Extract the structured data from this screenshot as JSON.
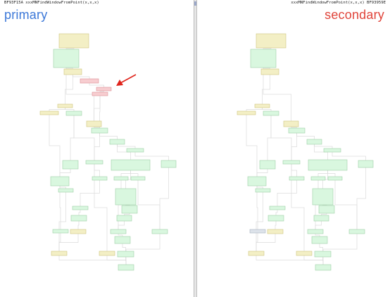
{
  "left": {
    "function_title": "BF93F15A xxxMNFindWindowFromPoint(x,x,x)",
    "label": "primary",
    "label_color": "#3c78d8"
  },
  "right": {
    "function_title": "xxxMNFindWindowFromPoint(x,x,x) BF93959E",
    "label": "secondary",
    "label_color": "#e0443a"
  },
  "colors": {
    "node_default": "#d9f7df",
    "node_changed": "#f3efc5",
    "node_unmatched": "#f7cdd0",
    "node_grey": "#dde3ea",
    "edge": "#dcdcdc",
    "arrow": "#e0241c"
  },
  "annotation": {
    "icon": "red-arrow-icon"
  }
}
